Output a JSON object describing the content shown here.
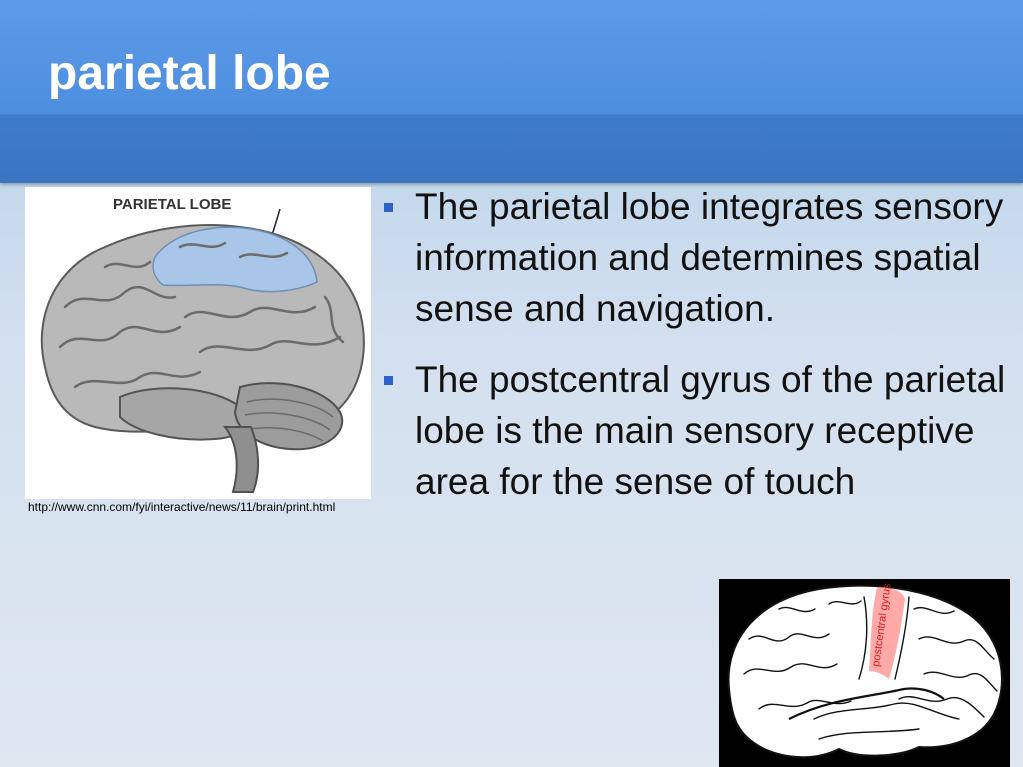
{
  "slide": {
    "title": "parietal lobe"
  },
  "left_figure": {
    "label": "PARIETAL LOBE",
    "caption": "http://www.cnn.com/fyi/interactive/news/11/brain/print.html",
    "highlight_color": "#a9c6e8"
  },
  "bullets": [
    {
      "text": "The parietal lobe integrates sensory information and determines spatial sense and navigation."
    },
    {
      "text": "The postcentral gyrus of the parietal lobe is the main sensory receptive area for the sense of touch"
    }
  ],
  "right_figure": {
    "label": "postcentral gyrus",
    "highlight_color": "#ff6b6b"
  },
  "colors": {
    "header": "#4a8cdf",
    "bullet_marker": "#2f62c6"
  }
}
